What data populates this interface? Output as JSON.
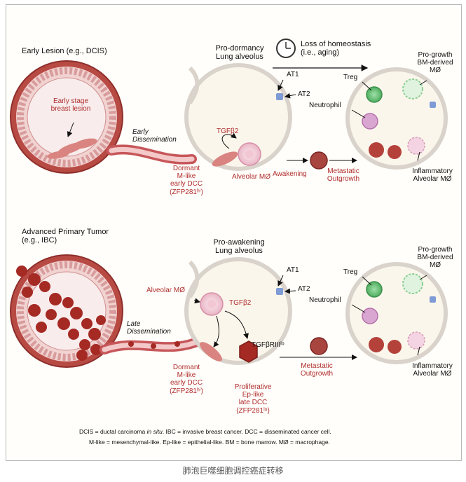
{
  "top": {
    "early_lesion_title": "Early Lesion (e.g., DCIS)",
    "lesion_label": "Early stage\nbreast lesion",
    "dissemination": "Early\nDissemination",
    "alveolus_title": "Pro-dormancy\nLung alveolus",
    "homeostasis": "Loss of homeostasis\n(i.e., aging)",
    "at1": "AT1",
    "at2": "AT2",
    "tgf": "TGFβ2",
    "dormant": "Dormant\nM-like\nearly DCC\n(ZFP281ʰⁱ)",
    "alveolar_mo": "Alveolar MØ",
    "awakening": "Awakening",
    "metastatic": "Metastatic\nOutgrowth",
    "treg": "Treg",
    "neutrophil": "Neutrophil",
    "pro_growth": "Pro-growth\nBM-derived\nMØ",
    "inflammatory": "Inflammatory\nAlveolar MØ"
  },
  "bottom": {
    "tumor_title": "Advanced Primary Tumor\n(e.g., IBC)",
    "dissemination": "Late\nDissemination",
    "alveolus_title": "Pro-awakening\nLung alveolus",
    "at1": "AT1",
    "at2": "AT2",
    "alveolar_mo": "Alveolar MØ",
    "tgf": "TGFβ2",
    "tgfbr": "TGFβRIIIˡᵒ",
    "dormant": "Dormant\nM-like\nearly DCC\n(ZFP281ʰⁱ)",
    "proliferative": "Proliferative\nEp-like\nlate DCC\n(ZFP281ˡᵒ)",
    "metastatic": "Metastatic\nOutgrowth",
    "treg": "Treg",
    "neutrophil": "Neutrophil",
    "pro_growth": "Pro-growth\nBM-derived\nMØ",
    "inflammatory": "Inflammatory\nAlveolar MØ"
  },
  "footnote": {
    "line1_a": "DCIS = ductal carcinoma ",
    "line1_italic": "in situ",
    "line1_b": ". IBC = invasive breast cancer. DCC = disseminated cancer cell.",
    "line2": "M-like = mesenchymal-like. Ep-like = epithelial-like. BM = bone marrow. MØ = macrophage."
  },
  "caption": "肺泡巨噬细胞调控癌症转移",
  "colors": {
    "accent_red": "#b02d2d",
    "tissue_pink": "#e8b7b7",
    "tumor_red": "#a52a24",
    "membrane": "#d9d3cc",
    "treg_green": "#6bbf7a",
    "neutrophil_purple": "#c78fc0",
    "at2_blue": "#7f9bd6"
  },
  "icons": [
    "clock-icon",
    "arrow-icon"
  ]
}
